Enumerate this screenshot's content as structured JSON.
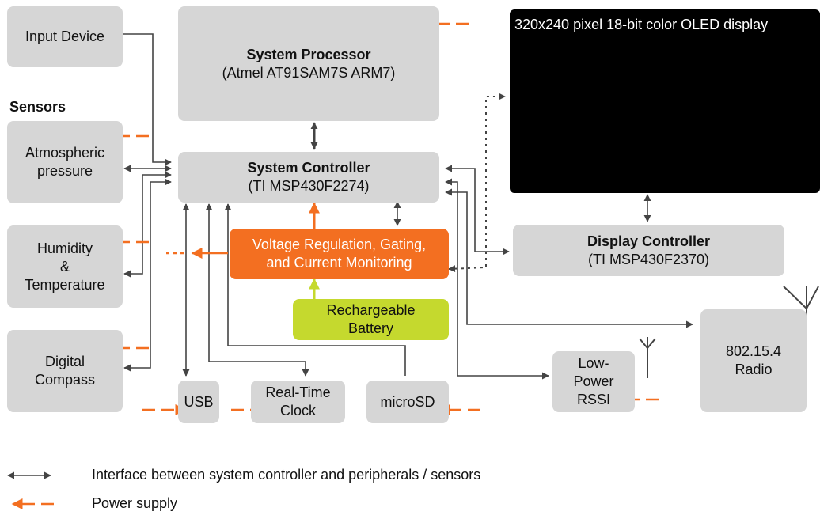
{
  "sensors_heading": "Sensors",
  "blocks": {
    "input_device": {
      "line1": "Input Device"
    },
    "system_processor": {
      "title": "System Processor",
      "subtitle": "(Atmel AT91SAM7S ARM7)"
    },
    "system_controller": {
      "title": "System Controller",
      "subtitle": "(TI MSP430F2274)"
    },
    "oled": {
      "title": "320x240 pixel 18-bit color OLED display"
    },
    "atmospheric": {
      "line1": "Atmospheric",
      "line2": "pressure"
    },
    "humidity": {
      "line1": "Humidity",
      "line2": "&",
      "line3": "Temperature"
    },
    "compass": {
      "line1": "Digital",
      "line2": "Compass"
    },
    "voltage": {
      "line1": "Voltage Regulation, Gating,",
      "line2": "and Current Monitoring"
    },
    "battery": {
      "line1": "Rechargeable",
      "line2": "Battery"
    },
    "display_controller": {
      "title": "Display Controller",
      "subtitle": "(TI MSP430F2370)"
    },
    "usb": {
      "line1": "USB"
    },
    "rtc": {
      "line1": "Real-Time",
      "line2": "Clock"
    },
    "microsd": {
      "line1": "microSD"
    },
    "low_power_rssi": {
      "line1": "Low-",
      "line2": "Power",
      "line3": "RSSI"
    },
    "radio": {
      "line1": "802.15.4",
      "line2": "Radio"
    }
  },
  "legend": {
    "interface": "Interface between system controller and peripherals / sensors",
    "power": "Power supply"
  },
  "colors": {
    "block": "#d6d6d6",
    "power": "#f36f21",
    "battery": "#c5d92e",
    "interface": "#444444",
    "display": "#000000"
  }
}
